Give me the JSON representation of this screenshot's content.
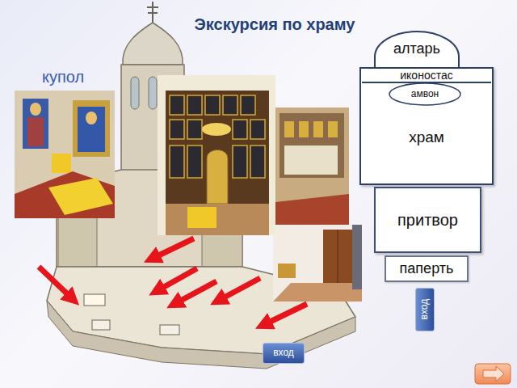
{
  "diagram": {
    "title": "Экскурсия по храму",
    "nodes": [
      {
        "text": [
          "алтарь"
        ]
      },
      {
        "text": [
          "храм"
        ]
      },
      {
        "text": [
          "иконостас"
        ],
        "in": 1
      },
      {
        "text": [
          "амвон"
        ],
        "in": 1
      },
      {
        "text": [
          "притвор"
        ]
      },
      {
        "text": [
          "паперть"
        ]
      },
      {
        "text": [
          "вход"
        ]
      },
      {
        "text": [
          "вход"
        ]
      }
    ],
    "labels": [
      "купол"
    ]
  }
}
